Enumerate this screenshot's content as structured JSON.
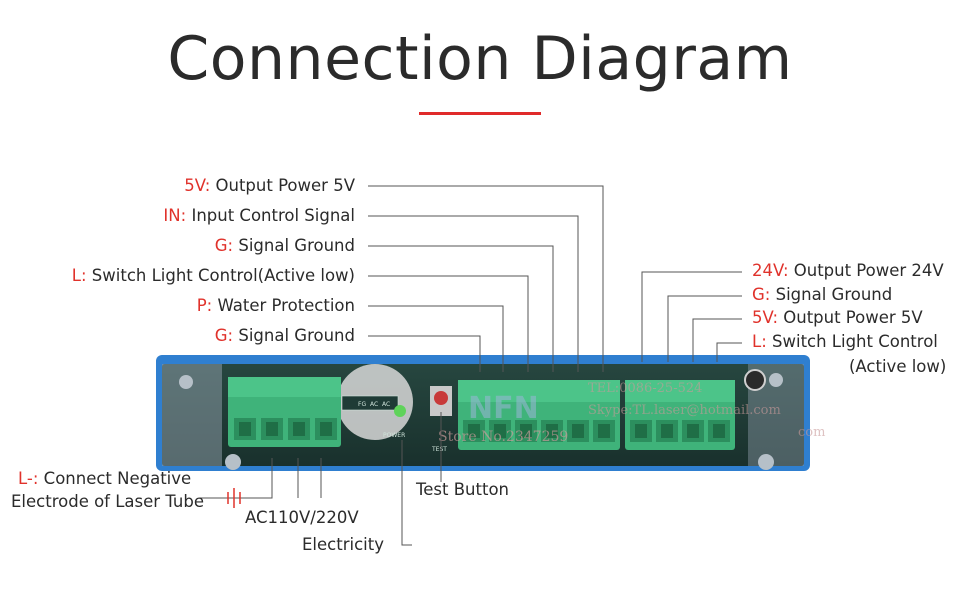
{
  "title": "Connection Diagram",
  "colors": {
    "code": "#e0322b",
    "text": "#2b2b2b",
    "accent_rule": "#e02a2a",
    "board_frame": "#2f7fd0",
    "board_pcb": "#1f3b36",
    "terminal": "#3fb37a"
  },
  "left_labels": [
    {
      "code": "5V:",
      "text": " Output Power 5V"
    },
    {
      "code": "IN:",
      "text": " Input Control Signal"
    },
    {
      "code": "G:",
      "text": " Signal Ground"
    },
    {
      "code": "L:",
      "text": " Switch Light Control(Active low)"
    },
    {
      "code": "P:",
      "text": " Water Protection"
    },
    {
      "code": "G:",
      "text": " Signal Ground"
    }
  ],
  "right_labels": [
    {
      "code": "24V:",
      "text": " Output Power 24V"
    },
    {
      "code": "G:",
      "text": " Signal Ground"
    },
    {
      "code": "5V:",
      "text": " Output Power 5V"
    },
    {
      "code": "L:",
      "text": " Switch Light Control",
      "cont": "(Active low)"
    }
  ],
  "bottom_labels": {
    "neg_code": "L-:",
    "neg_text1": " Connect Negative",
    "neg_text2": "Electrode of Laser Tube",
    "ac": "AC110V/220V",
    "electricity": "Electricity",
    "test": "Test Button"
  },
  "board_text": {
    "power": "POWER",
    "test": "TEST",
    "ter_fg": "FG",
    "ter_ac1": "AC",
    "ter_ac2": "AC",
    "wm_logo": "NFN",
    "wm_store": "Store No.2347259",
    "wm_tel": "TEL:0086-25-524",
    "wm_skype": "Skype:TL.laser@hotmail.com",
    "wm_com": "com"
  }
}
